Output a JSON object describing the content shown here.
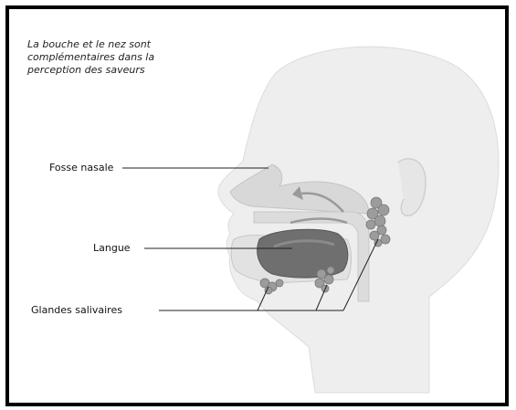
{
  "caption": "La bouche et le nez sont complémentaires dans la perception des saveurs",
  "labels": {
    "nasal_cavity": "Fosse nasale",
    "tongue": "Langue",
    "salivary_glands": "Glandes salivaires"
  }
}
